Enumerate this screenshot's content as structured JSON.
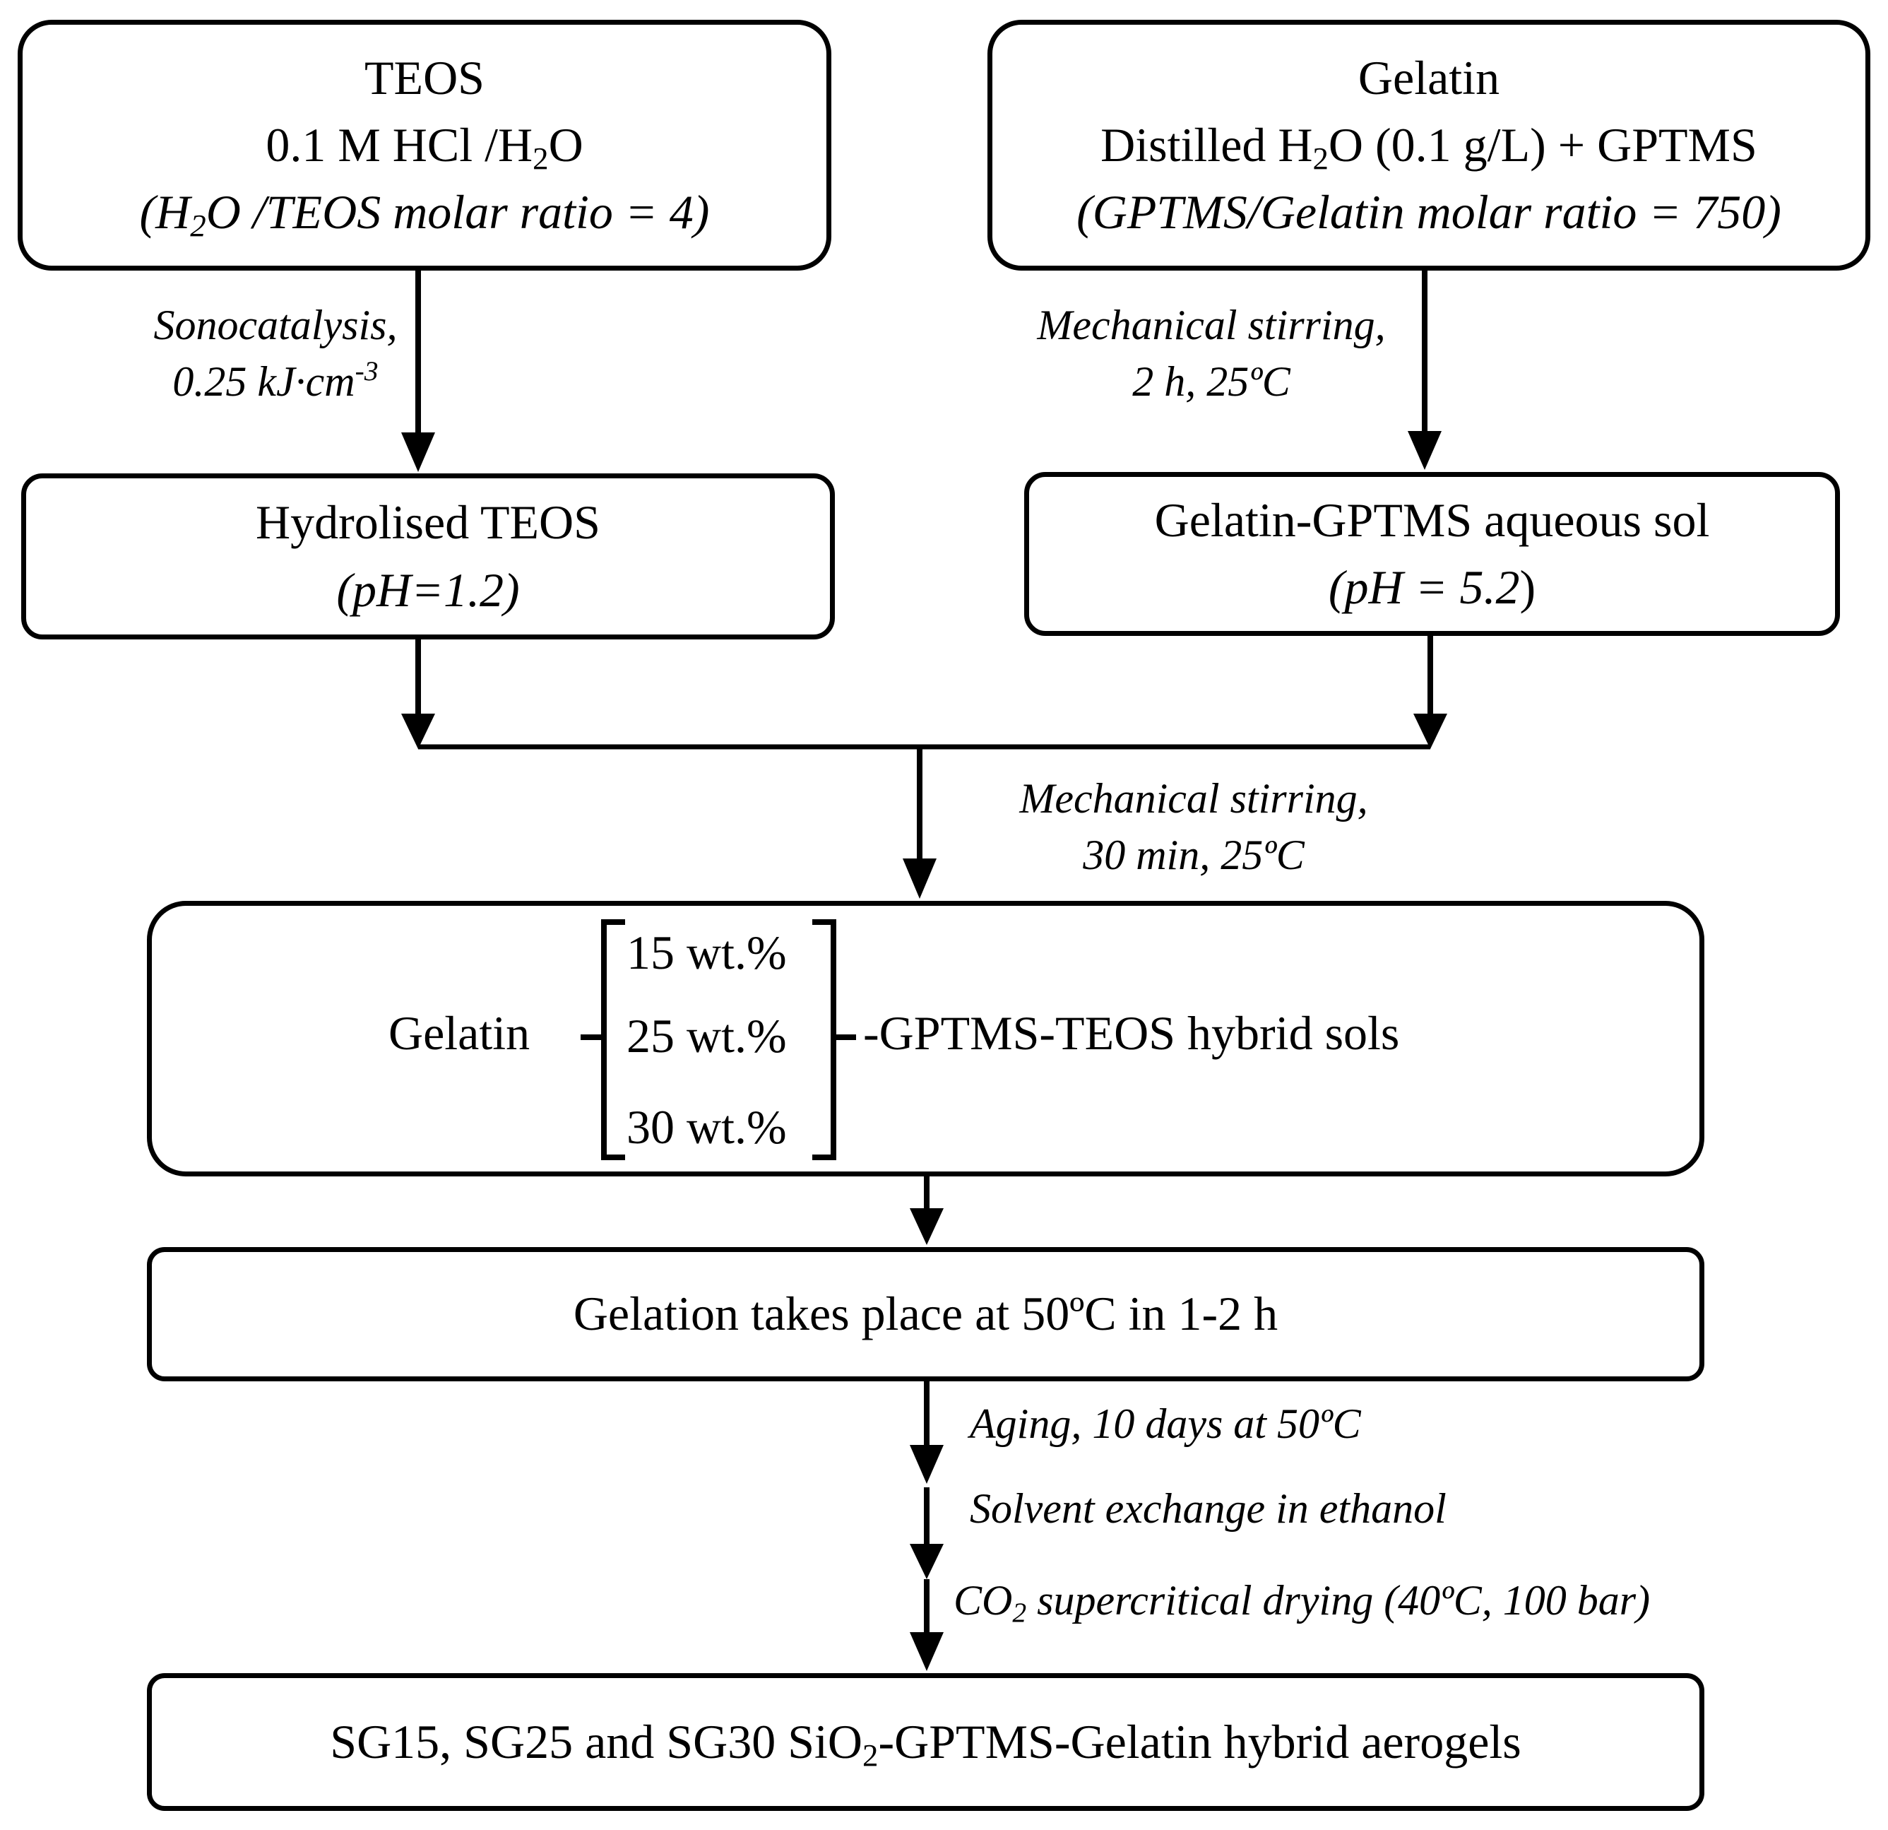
{
  "boxes": {
    "teos": {
      "title": "TEOS",
      "line2_a": "0.1 M HCl /H",
      "line2_sub": "2",
      "line2_b": "O",
      "line3_a": "(H",
      "line3_sub": "2",
      "line3_b": "O /TEOS molar ratio = 4)"
    },
    "gelatin": {
      "title": "Gelatin",
      "line2_a": "Distilled H",
      "line2_sub": "2",
      "line2_b": "O (0.1 g/L) + GPTMS",
      "line3": "(GPTMS/Gelatin molar ratio = 750)"
    },
    "hydrolised": {
      "title": "Hydrolised TEOS",
      "ph": "(pH=1.2)"
    },
    "gelatin_sol": {
      "title": "Gelatin-GPTMS aqueous sol",
      "ph_a": "(pH = 5.2",
      "ph_b": ")"
    },
    "hybrid": {
      "prefix": "Gelatin",
      "options": [
        "15 wt.%",
        "25 wt.%",
        "30 wt.%"
      ],
      "suffix": "-GPTMS-TEOS hybrid sols"
    },
    "gelation": {
      "text": "Gelation takes place at 50ºC in 1-2 h"
    },
    "final": {
      "text_a": "SG15, SG25 and SG30  SiO",
      "text_sub": "2",
      "text_b": "-GPTMS-Gelatin hybrid aerogels"
    }
  },
  "labels": {
    "sono_1": "Sonocatalysis,",
    "sono_2a": "0.25 kJ·cm",
    "sono_2sup": "-3",
    "stir1_1": "Mechanical stirring,",
    "stir1_2": "2 h, 25ºC",
    "stir2_1": "Mechanical stirring,",
    "stir2_2": "30 min, 25ºC",
    "aging": "Aging, 10 days at 50ºC",
    "solvent": "Solvent exchange in ethanol",
    "co2_a": "CO",
    "co2_sub": "2",
    "co2_b": " supercritical drying (40ºC, 100 bar)"
  }
}
